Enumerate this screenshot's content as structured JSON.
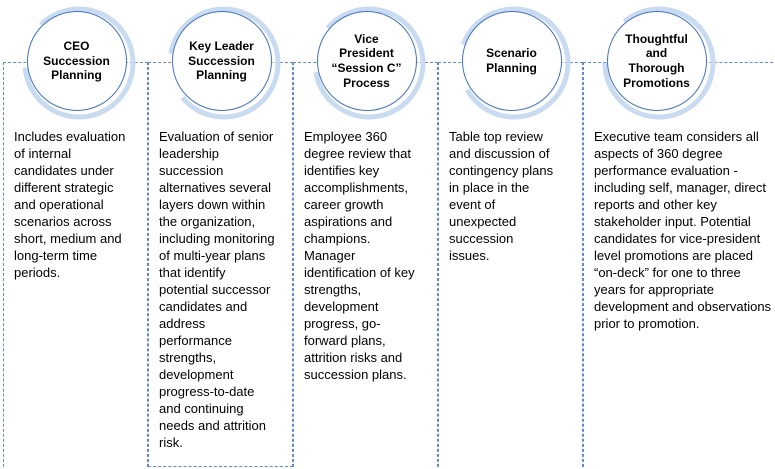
{
  "colors": {
    "accent": "#4472C4",
    "arc": "#C9DBF0",
    "dash": "#6288CF",
    "text": "#000000"
  },
  "columns": [
    {
      "title": "CEO Succession Planning",
      "description": "Includes evaluation of internal candidates under different strategic and operational scenarios across short, medium and long-term time periods."
    },
    {
      "title": "Key Leader Succession Planning",
      "description": "Evaluation of senior leadership succession alternatives several layers down within the organization, including monitoring of multi-year plans that identify potential successor candidates and address performance strengths, development progress-to-date and continuing needs and attrition risk."
    },
    {
      "title": "Vice President “Session C” Process",
      "description": "Employee 360 degree review that identifies key accomplishments, career growth aspirations and champions. Manager identification of key strengths, development progress, go-forward plans, attrition risks and succession plans."
    },
    {
      "title": "Scenario Planning",
      "description": "Table top review and discussion of contingency plans in place in the event of unexpected succession issues."
    },
    {
      "title": "Thoughtful and Thorough Promotions",
      "description": "Executive team considers all aspects of 360 degree performance evaluation - including self, manager, direct reports and other key stakeholder input. Potential candidates for vice-president level promotions are placed “on-deck” for one to three years for appropriate development and observations prior to promotion."
    }
  ]
}
